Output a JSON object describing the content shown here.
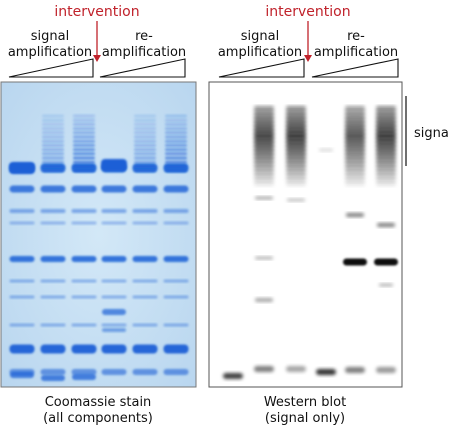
{
  "left_panel": {
    "intervention": "intervention",
    "group1_line1": "signal",
    "group1_line2": "amplification",
    "group2_line1": "re-",
    "group2_line2": "amplification",
    "caption_line1": "Coomassie stain",
    "caption_line2": "(all components)"
  },
  "right_panel": {
    "intervention": "intervention",
    "group1_line1": "signal",
    "group1_line2": "amplification",
    "group2_line1": "re-",
    "group2_line2": "amplification",
    "signal_label": "signal",
    "caption_line1": "Western blot",
    "caption_line2": "(signal only)"
  },
  "colors": {
    "intervention": "#c0222b",
    "coomassie_bg": "#c9e2f4",
    "coomassie_band": "#1a5fd6",
    "western_band": "#000000"
  }
}
